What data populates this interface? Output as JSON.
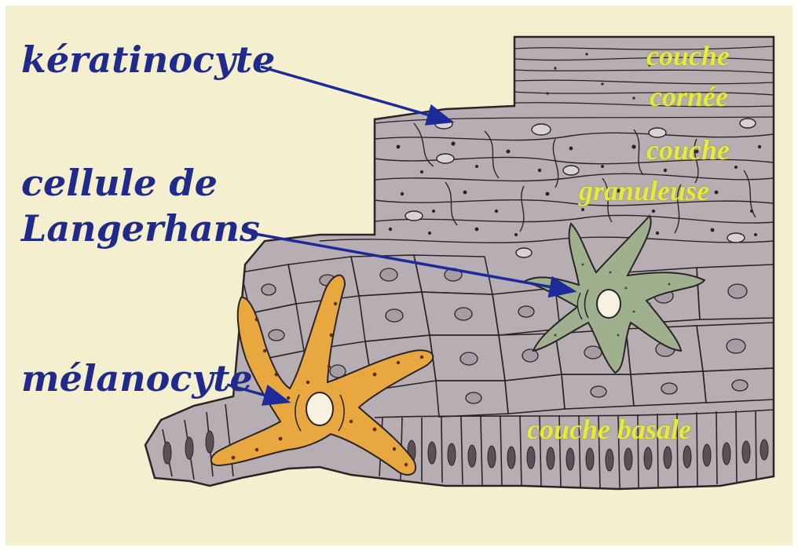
{
  "labels": {
    "keratinocyte": "kératinocyte",
    "langerhans_line1": "cellule de",
    "langerhans_line2": "Langerhans",
    "melanocyte": "mélanocyte"
  },
  "layers": {
    "cornee_line1": "couche",
    "cornee_line2": "cornée",
    "granuleuse_line1": "couche",
    "granuleuse_line2": "granuleuse",
    "basale": "couche basale"
  },
  "colors": {
    "background": "#f3efcf",
    "label_text": "#1f2a8c",
    "arrow": "#1d2a9a",
    "layer_text": "#e6ea3c",
    "cell_fill": "#b7aeb4",
    "cell_outline": "#2b2426",
    "melanocyte": "#e9a73f",
    "langerhans_cell": "#9fb08e"
  }
}
